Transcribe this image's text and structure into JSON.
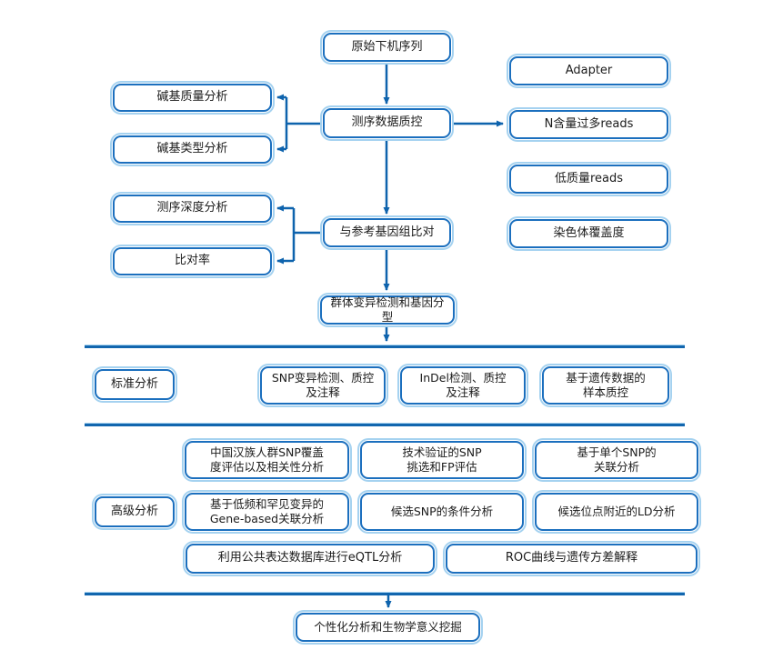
{
  "colors": {
    "box_border": "#1B6FBE",
    "box_halo": "#A5D2F0",
    "arrow": "#0E63AD",
    "divider": "#1266AE",
    "text": "#1B1B1B",
    "background": "#FFFFFF"
  },
  "nodes": {
    "raw_sequence": "原始下机序列",
    "adapter": "Adapter",
    "seq_qc": "测序数据质控",
    "base_quality": "碱基质量分析",
    "base_type": "碱基类型分析",
    "n_reads": "N含量过多reads",
    "low_quality_reads": "低质量reads",
    "chromosome_coverage": "染色体覆盖度",
    "align_reference": "与参考基因组比对",
    "seq_depth": "测序深度分析",
    "mapping_rate": "比对率",
    "variant_genotyping": "群体变异检测和基因分型",
    "standard_label": "标准分析",
    "snp_detection": "SNP变异检测、质控\n及注释",
    "indel_detection": "InDel检测、质控\n及注释",
    "sample_qc": "基于遗传数据的\n样本质控",
    "han_snp_coverage": "中国汉族人群SNP覆盖\n度评估以及相关性分析",
    "tech_validation": "技术验证的SNP\n挑选和FP评估",
    "single_snp_assoc": "基于单个SNP的\n关联分析",
    "advanced_label": "高级分析",
    "gene_based_assoc": "基于低频和罕见变异的\nGene-based关联分析",
    "candidate_snp_conditional": "候选SNP的条件分析",
    "ld_analysis": "候选位点附近的LD分析",
    "eqtl_analysis": "利用公共表达数据库进行eQTL分析",
    "roc_analysis": "ROC曲线与遗传方差解释",
    "personalized_analysis": "个性化分析和生物学意义挖掘"
  }
}
